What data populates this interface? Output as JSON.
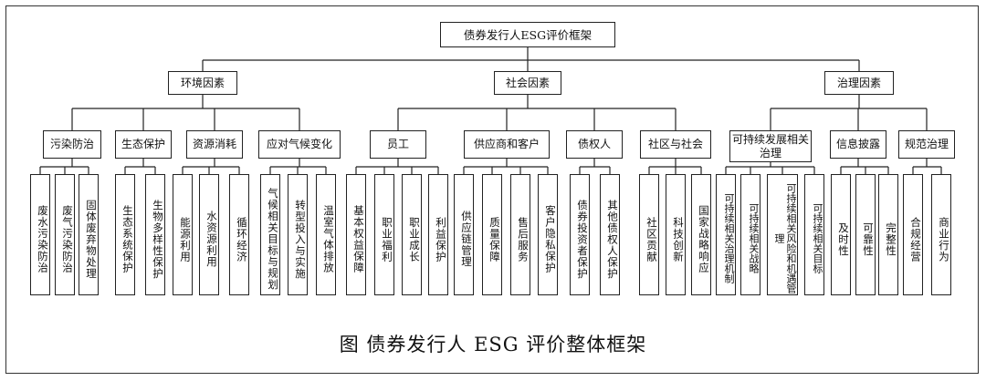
{
  "root": "债券发行人ESG评价框架",
  "pillars": {
    "env": "环境因素",
    "soc": "社会因素",
    "gov": "治理因素"
  },
  "categories": {
    "pollution": "污染防治",
    "ecology": "生态保护",
    "resource": "资源消耗",
    "climate": "应对气候变化",
    "employee": "员工",
    "supply": "供应商和客户",
    "creditor": "债权人",
    "community": "社区与社会",
    "sustain": "可持续发展相关治理",
    "disclosure": "信息披露",
    "regulate": "规范治理"
  },
  "items": {
    "wastewater": "废水污染防治",
    "wastegas": "废气污染防治",
    "solidwaste": "固体废弃物处理",
    "ecosystem": "生态系统保护",
    "biodiversity": "生物多样性保护",
    "energy": "能源利用",
    "water": "水资源利用",
    "circular": "循环经济",
    "climategoal": "气候相关目标与规划",
    "transition": "转型投入与实施",
    "ghg": "温室气体排放",
    "basicrights": "基本权益保障",
    "welfare": "职业福利",
    "growth": "职业成长",
    "interests": "利益保护",
    "chain": "供应链管理",
    "quality": "质量保障",
    "aftersales": "售后服务",
    "privacy": "客户隐私保护",
    "investor": "债券投资者保护",
    "othercred": "其他债权人保护",
    "contribution": "社区贡献",
    "innovation": "科技创新",
    "strategy": "国家战略响应",
    "mechanism": "可持续相关治理机制",
    "sstrategy": "可持续相关战略",
    "risk": "可持续相关风险和机遇管理",
    "target": "可持续相关目标",
    "timely": "及时性",
    "reliable": "可靠性",
    "complete": "完整性",
    "compliance": "合规经营",
    "conduct": "商业行为"
  },
  "caption": "图 债券发行人 ESG 评价整体框架"
}
